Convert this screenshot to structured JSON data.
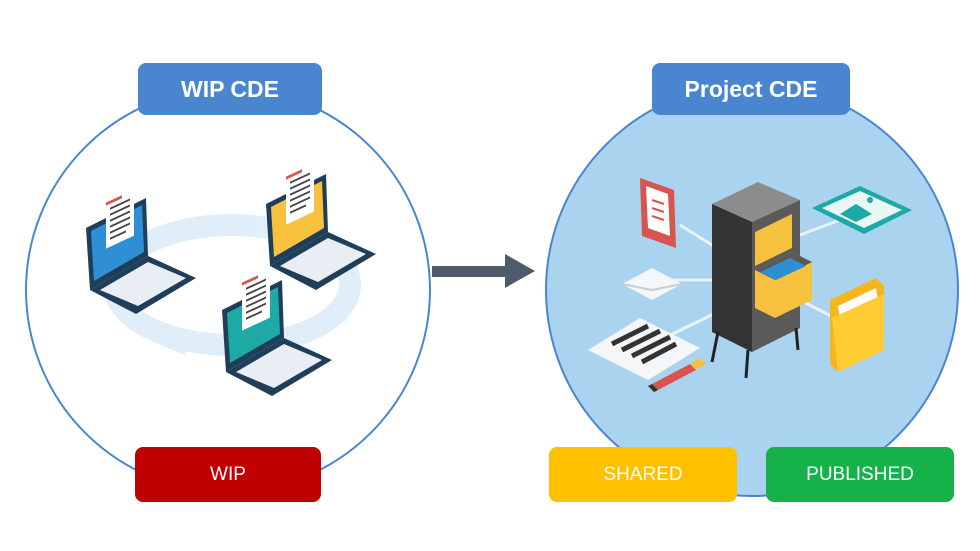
{
  "left_panel": {
    "title": "WIP CDE",
    "status": "WIP"
  },
  "right_panel": {
    "title": "Project CDE",
    "statuses": [
      "SHARED",
      "PUBLISHED"
    ]
  },
  "colors": {
    "title_bg": "#4a86cf",
    "wip": "#c00000",
    "shared": "#ffc000",
    "published": "#17b14a",
    "circle_stroke": "#4a86cf",
    "project_fill": "#a9d3ef",
    "arrow": "#4f5b6b"
  },
  "icons": [
    "laptop-icon",
    "cycle-arrows-icon",
    "arrow-right-icon",
    "filing-cabinet-icon",
    "document-icon",
    "envelope-icon",
    "image-icon",
    "folder-icon",
    "pen-icon"
  ]
}
